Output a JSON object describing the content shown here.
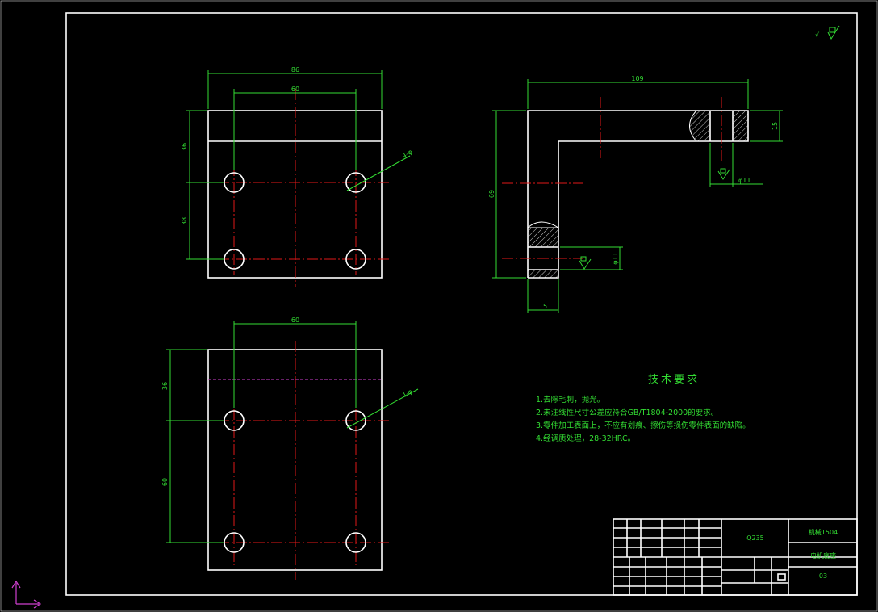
{
  "dimensions": {
    "front_width": "86",
    "front_hole_span": "60",
    "front_left_top": "36",
    "front_left_bottom": "38",
    "front_holes": "4-φ",
    "bottom_hole_span": "60",
    "bottom_left_top": "36",
    "bottom_left_bottom": "60",
    "bottom_holes": "4-φ",
    "side_width": "109",
    "side_height": "69",
    "side_thickness_right": "15",
    "side_thickness_bottom": "15",
    "hole_dia_1": "φ11",
    "hole_dia_2": "φ11"
  },
  "tech_requirements": {
    "title": "技术要求",
    "items": [
      "1.去除毛刺，抛光。",
      "2.未注线性尺寸公差应符合GB/T1804-2000的要求。",
      "3.零件加工表面上，不应有划痕、擦伤等损伤零件表面的缺陷。",
      "4.经调质处理，28-32HRC。"
    ]
  },
  "title_block": {
    "material": "Q235",
    "class": "机械1504",
    "part_name": "电机底座",
    "drawing_no": "03"
  },
  "roughness_symbol": "√"
}
